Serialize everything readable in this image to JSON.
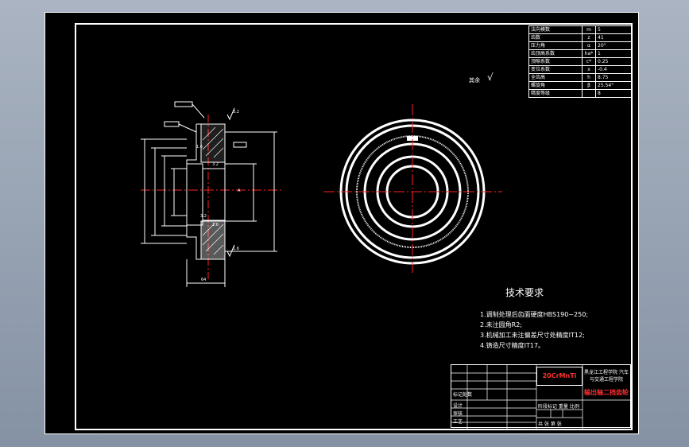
{
  "parameters_table": {
    "rows": [
      {
        "label": "法向模数",
        "symbol": "m",
        "value": "5"
      },
      {
        "label": "齿数",
        "symbol": "z",
        "value": "41"
      },
      {
        "label": "压力角",
        "symbol": "α",
        "value": "20°"
      },
      {
        "label": "齿顶高系数",
        "symbol": "ha*",
        "value": "1"
      },
      {
        "label": "顶隙系数",
        "symbol": "c*",
        "value": "0.25"
      },
      {
        "label": "变位系数",
        "symbol": "x",
        "value": "-0.4"
      },
      {
        "label": "全齿高",
        "symbol": "h",
        "value": "8.75"
      },
      {
        "label": "螺旋角",
        "symbol": "β",
        "value": "25.54°"
      },
      {
        "label": "精度等级",
        "symbol": "",
        "value": "8"
      }
    ]
  },
  "roughness_note": {
    "label": "其余",
    "symbol": "√"
  },
  "section_labels": [
    "3.2",
    "1.6",
    "3.2",
    "1.6",
    "3.2",
    "1.6"
  ],
  "center_label": "A",
  "bottom_dim_label": "64",
  "technical_requirements": {
    "title": "技术要求",
    "items": [
      "1.调制处理后齿面硬度HBS190~250;",
      "2.未注圆角R2;",
      "3.机械加工未注偏差尺寸处精度IT12;",
      "4.铸造尺寸精度IT17。"
    ]
  },
  "title_block": {
    "material": "20CrMnTi",
    "school": "黑龙江工程学院 汽车与交通工程学院",
    "part_name": "输出轴二挡齿轮",
    "row_labels": [
      "标记处数",
      "设计",
      "审核",
      "工艺"
    ],
    "stage_label": "阶段标记  重量  比例",
    "sheet_label": "共  张  第  张"
  },
  "colors": {
    "line": "#ffffff",
    "center": "#ff2020",
    "accent": "#ff3030",
    "page": "#000000"
  }
}
